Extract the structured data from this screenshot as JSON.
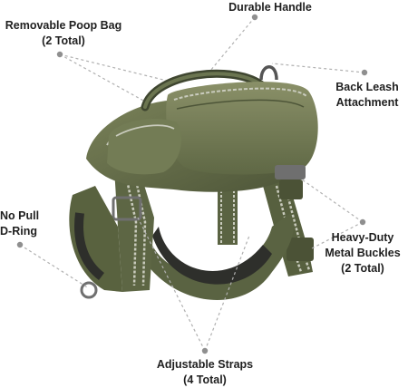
{
  "callouts": {
    "poop_bag": [
      "Removable Poop Bag",
      "(2 Total)"
    ],
    "handle": [
      "Durable Handle"
    ],
    "back_leash": [
      "Back Leash",
      "Attachment"
    ],
    "no_pull": [
      "No Pull",
      "D-Ring"
    ],
    "buckles": [
      "Heavy-Duty",
      "Metal Buckles",
      "(2 Total)"
    ],
    "straps": [
      "Adjustable Straps",
      "(4 Total)"
    ]
  },
  "colors": {
    "fabric": "#6b7550",
    "fabric_dark": "#3f4630",
    "padding": "#2e2f2b",
    "reflective": "#c9cbbd",
    "metal": "#6f6f6f",
    "leader_line": "#b0b0b0",
    "dot": "#8f8f8f"
  }
}
